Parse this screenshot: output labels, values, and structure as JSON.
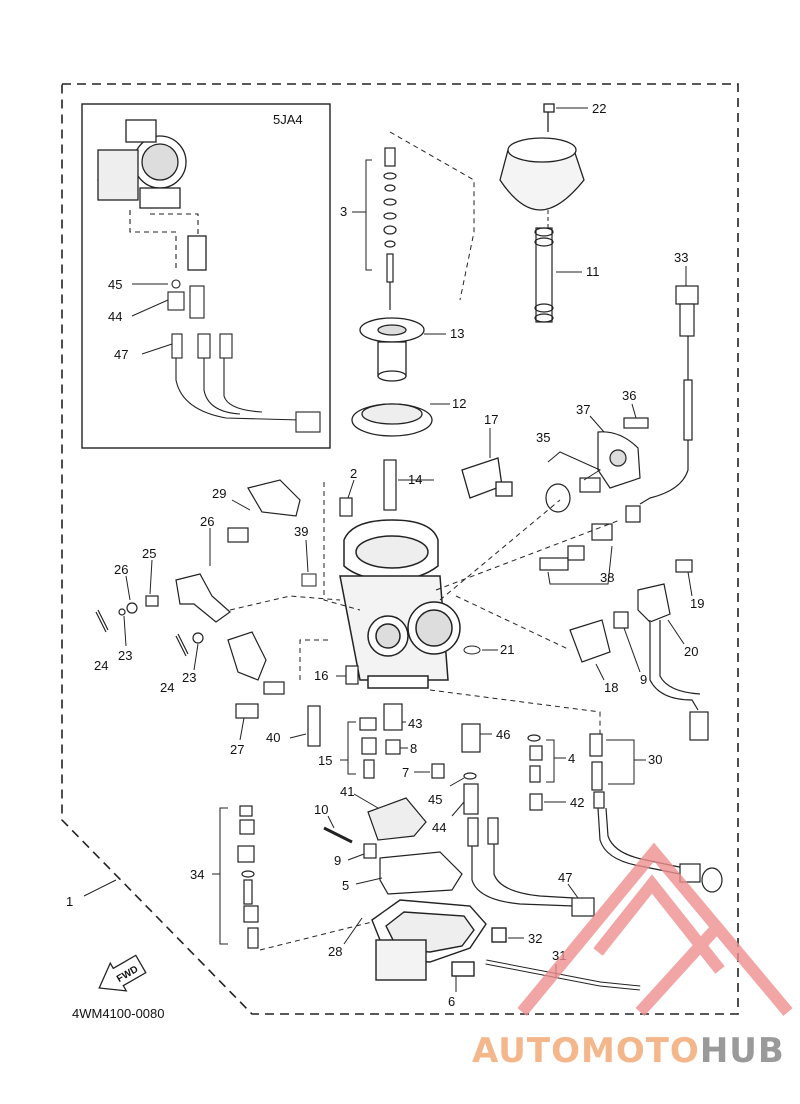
{
  "diagram": {
    "diagram_code": "4WM4100-0080",
    "inset_label": "5JA4",
    "direction_label": "FWD",
    "part_numbers": {
      "n1": "1",
      "n2": "2",
      "n3": "3",
      "n4": "4",
      "n5": "5",
      "n6": "6",
      "n7": "7",
      "n8": "8",
      "n9a": "9",
      "n9b": "9",
      "n10": "10",
      "n11": "11",
      "n12": "12",
      "n13": "13",
      "n14": "14",
      "n15": "15",
      "n16": "16",
      "n17": "17",
      "n18": "18",
      "n19": "19",
      "n20": "20",
      "n21": "21",
      "n22": "22",
      "n23a": "23",
      "n23b": "23",
      "n24a": "24",
      "n24b": "24",
      "n25": "25",
      "n26a": "26",
      "n26b": "26",
      "n27": "27",
      "n28": "28",
      "n29": "29",
      "n30": "30",
      "n31": "31",
      "n32": "32",
      "n33": "33",
      "n34": "34",
      "n35": "35",
      "n36": "36",
      "n37": "37",
      "n38": "38",
      "n39": "39",
      "n40": "40",
      "n41": "41",
      "n42": "42",
      "n43": "43",
      "n44a": "44",
      "n44b": "44",
      "n45a": "45",
      "n45b": "45",
      "n46": "46",
      "n47a": "47",
      "n47b": "47"
    }
  },
  "watermark": {
    "part1": "AUTO",
    "part2": "MOTO",
    "part3": "HUB",
    "color_light": "#f3b78b",
    "color_dark": "#9a9a9a",
    "logo_color": "#ef8f8f"
  }
}
